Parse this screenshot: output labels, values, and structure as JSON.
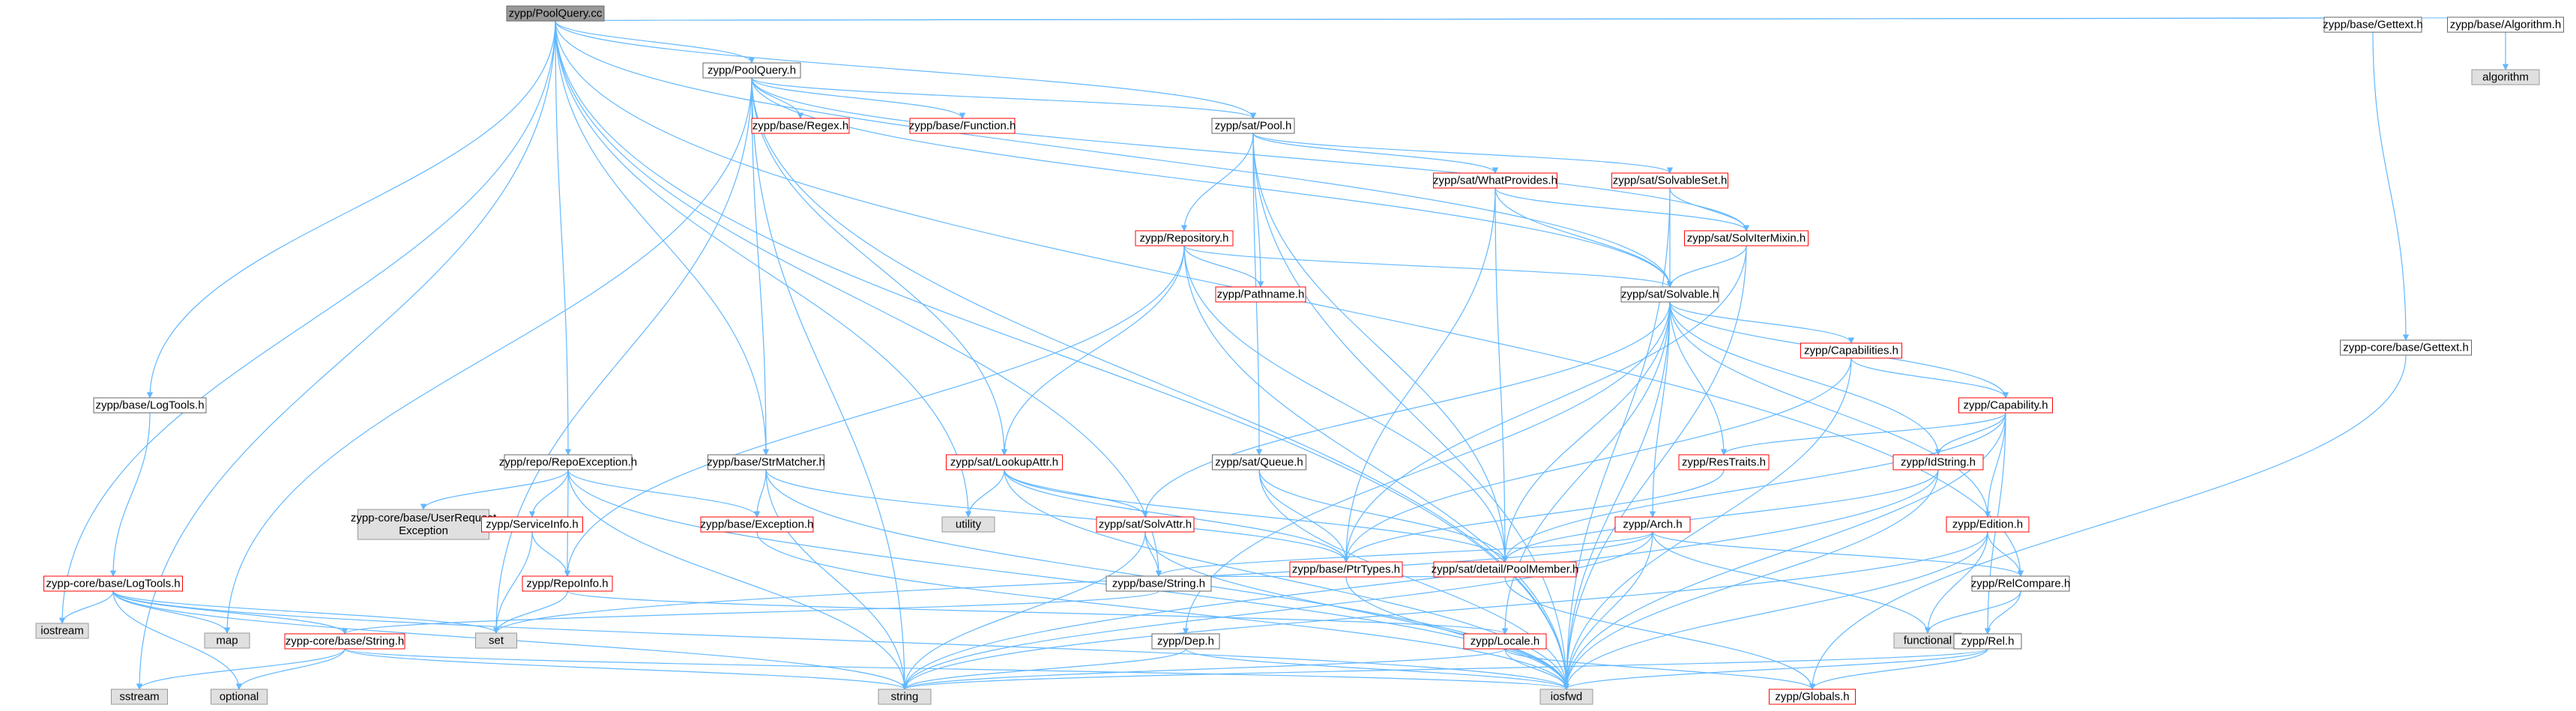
{
  "title": "",
  "colors": {
    "edge": "#63b8ff",
    "root_fill": "#999999",
    "root_stroke": "#666666",
    "node_fill": "#ffffff",
    "node_stroke": "#666666",
    "incomplete_stroke": "#ff0000",
    "sys_fill": "#e0e0e0",
    "sys_stroke": "#999999",
    "text": "#000000"
  },
  "nodes": [
    {
      "id": "root",
      "label": "zypp/PoolQuery.cc",
      "kind": "root"
    },
    {
      "id": "pqh",
      "label": "zypp/PoolQuery.h",
      "kind": "normal"
    },
    {
      "id": "gettext",
      "label": "zypp/base/Gettext.h",
      "kind": "normal"
    },
    {
      "id": "alg",
      "label": "zypp/base/Algorithm.h",
      "kind": "normal"
    },
    {
      "id": "algorithm",
      "label": "algorithm",
      "kind": "system"
    },
    {
      "id": "coregettext",
      "label": "zypp-core/base/Gettext.h",
      "kind": "normal"
    },
    {
      "id": "regex",
      "label": "zypp/base/Regex.h",
      "kind": "red"
    },
    {
      "id": "function",
      "label": "zypp/base/Function.h",
      "kind": "red"
    },
    {
      "id": "pool",
      "label": "zypp/sat/Pool.h",
      "kind": "normal"
    },
    {
      "id": "whatprov",
      "label": "zypp/sat/WhatProvides.h",
      "kind": "red"
    },
    {
      "id": "solvset",
      "label": "zypp/sat/SolvableSet.h",
      "kind": "red"
    },
    {
      "id": "repository",
      "label": "zypp/Repository.h",
      "kind": "red"
    },
    {
      "id": "solviter",
      "label": "zypp/sat/SolvIterMixin.h",
      "kind": "red"
    },
    {
      "id": "pathname",
      "label": "zypp/Pathname.h",
      "kind": "red"
    },
    {
      "id": "solvable",
      "label": "zypp/sat/Solvable.h",
      "kind": "normal"
    },
    {
      "id": "capabilities",
      "label": "zypp/Capabilities.h",
      "kind": "red"
    },
    {
      "id": "capability",
      "label": "zypp/Capability.h",
      "kind": "red"
    },
    {
      "id": "logtools",
      "label": "zypp/base/LogTools.h",
      "kind": "normal"
    },
    {
      "id": "repoexc",
      "label": "zypp/repo/RepoException.h",
      "kind": "normal"
    },
    {
      "id": "strmatcher",
      "label": "zypp/base/StrMatcher.h",
      "kind": "normal"
    },
    {
      "id": "lookupattr",
      "label": "zypp/sat/LookupAttr.h",
      "kind": "red"
    },
    {
      "id": "queue",
      "label": "zypp/sat/Queue.h",
      "kind": "normal"
    },
    {
      "id": "restraits",
      "label": "zypp/ResTraits.h",
      "kind": "red"
    },
    {
      "id": "idstring",
      "label": "zypp/IdString.h",
      "kind": "red"
    },
    {
      "id": "userreq",
      "label": "zypp-core/base/UserRequest\nException",
      "kind": "system"
    },
    {
      "id": "serviceinfo",
      "label": "zypp/ServiceInfo.h",
      "kind": "red"
    },
    {
      "id": "exception",
      "label": "zypp/base/Exception.h",
      "kind": "red"
    },
    {
      "id": "utility",
      "label": "utility",
      "kind": "system"
    },
    {
      "id": "ptrtypes",
      "label": "zypp/base/PtrTypes.h",
      "kind": "red"
    },
    {
      "id": "poolmember",
      "label": "zypp/sat/detail/PoolMember.h",
      "kind": "red"
    },
    {
      "id": "solvattr",
      "label": "zypp/sat/SolvAttr.h",
      "kind": "red"
    },
    {
      "id": "arch",
      "label": "zypp/Arch.h",
      "kind": "red"
    },
    {
      "id": "edition",
      "label": "zypp/Edition.h",
      "kind": "red"
    },
    {
      "id": "corelogtools",
      "label": "zypp-core/base/LogTools.h",
      "kind": "red"
    },
    {
      "id": "repoinfo",
      "label": "zypp/RepoInfo.h",
      "kind": "red"
    },
    {
      "id": "basestring",
      "label": "zypp/base/String.h",
      "kind": "normal"
    },
    {
      "id": "relcompare",
      "label": "zypp/RelCompare.h",
      "kind": "normal"
    },
    {
      "id": "iostream",
      "label": "iostream",
      "kind": "system"
    },
    {
      "id": "map",
      "label": "map",
      "kind": "system"
    },
    {
      "id": "set",
      "label": "set",
      "kind": "system"
    },
    {
      "id": "functional",
      "label": "functional",
      "kind": "system"
    },
    {
      "id": "corestring",
      "label": "zypp-core/base/String.h",
      "kind": "red"
    },
    {
      "id": "dep",
      "label": "zypp/Dep.h",
      "kind": "normal"
    },
    {
      "id": "locale",
      "label": "zypp/Locale.h",
      "kind": "red"
    },
    {
      "id": "rel",
      "label": "zypp/Rel.h",
      "kind": "normal"
    },
    {
      "id": "sstream",
      "label": "sstream",
      "kind": "system"
    },
    {
      "id": "optional",
      "label": "optional",
      "kind": "system"
    },
    {
      "id": "string",
      "label": "string",
      "kind": "system"
    },
    {
      "id": "iosfwd",
      "label": "iosfwd",
      "kind": "system"
    },
    {
      "id": "globals",
      "label": "zypp/Globals.h",
      "kind": "red"
    }
  ],
  "edges": [
    [
      "root",
      "pqh"
    ],
    [
      "root",
      "gettext"
    ],
    [
      "root",
      "alg"
    ],
    [
      "root",
      "pool"
    ],
    [
      "root",
      "solvable"
    ],
    [
      "root",
      "logtools"
    ],
    [
      "root",
      "repoexc"
    ],
    [
      "root",
      "strmatcher"
    ],
    [
      "root",
      "iostream"
    ],
    [
      "root",
      "sstream"
    ],
    [
      "root",
      "basestring"
    ],
    [
      "root",
      "utility"
    ],
    [
      "root",
      "relcompare"
    ],
    [
      "root",
      "iosfwd"
    ],
    [
      "alg",
      "algorithm"
    ],
    [
      "gettext",
      "coregettext"
    ],
    [
      "coregettext",
      "globals"
    ],
    [
      "pqh",
      "regex"
    ],
    [
      "pqh",
      "function"
    ],
    [
      "pqh",
      "pool"
    ],
    [
      "pqh",
      "solviter"
    ],
    [
      "pqh",
      "lookupattr"
    ],
    [
      "pqh",
      "strmatcher"
    ],
    [
      "pqh",
      "map"
    ],
    [
      "pqh",
      "set"
    ],
    [
      "pqh",
      "iosfwd"
    ],
    [
      "pqh",
      "string"
    ],
    [
      "pqh",
      "solvable"
    ],
    [
      "pool",
      "whatprov"
    ],
    [
      "pool",
      "solvset"
    ],
    [
      "pool",
      "repository"
    ],
    [
      "pool",
      "pathname"
    ],
    [
      "pool",
      "queue"
    ],
    [
      "pool",
      "poolmember"
    ],
    [
      "pool",
      "iosfwd"
    ],
    [
      "whatprov",
      "solviter"
    ],
    [
      "whatprov",
      "solvable"
    ],
    [
      "whatprov",
      "poolmember"
    ],
    [
      "whatprov",
      "ptrtypes"
    ],
    [
      "solvset",
      "solviter"
    ],
    [
      "solvset",
      "solvable"
    ],
    [
      "solvset",
      "iosfwd"
    ],
    [
      "solviter",
      "solvable"
    ],
    [
      "solviter",
      "ptrtypes"
    ],
    [
      "solviter",
      "iosfwd"
    ],
    [
      "repository",
      "pathname"
    ],
    [
      "repository",
      "solvable"
    ],
    [
      "repository",
      "lookupattr"
    ],
    [
      "repository",
      "repoinfo"
    ],
    [
      "repository",
      "poolmember"
    ],
    [
      "repository",
      "iosfwd"
    ],
    [
      "solvable",
      "capabilities"
    ],
    [
      "solvable",
      "capability"
    ],
    [
      "solvable",
      "restraits"
    ],
    [
      "solvable",
      "idstring"
    ],
    [
      "solvable",
      "poolmember"
    ],
    [
      "solvable",
      "solvattr"
    ],
    [
      "solvable",
      "arch"
    ],
    [
      "solvable",
      "edition"
    ],
    [
      "solvable",
      "dep"
    ],
    [
      "solvable",
      "locale"
    ],
    [
      "solvable",
      "iosfwd"
    ],
    [
      "capabilities",
      "capability"
    ],
    [
      "capabilities",
      "iosfwd"
    ],
    [
      "capabilities",
      "ptrtypes"
    ],
    [
      "capability",
      "idstring"
    ],
    [
      "capability",
      "restraits"
    ],
    [
      "capability",
      "edition"
    ],
    [
      "capability",
      "poolmember"
    ],
    [
      "capability",
      "rel"
    ],
    [
      "capability",
      "iosfwd"
    ],
    [
      "logtools",
      "corelogtools"
    ],
    [
      "corelogtools",
      "iostream"
    ],
    [
      "corelogtools",
      "map"
    ],
    [
      "corelogtools",
      "set"
    ],
    [
      "corelogtools",
      "corestring"
    ],
    [
      "corelogtools",
      "optional"
    ],
    [
      "corelogtools",
      "string"
    ],
    [
      "corelogtools",
      "iosfwd"
    ],
    [
      "repoexc",
      "userreq"
    ],
    [
      "repoexc",
      "serviceinfo"
    ],
    [
      "repoexc",
      "exception"
    ],
    [
      "repoexc",
      "repoinfo"
    ],
    [
      "repoexc",
      "string"
    ],
    [
      "repoexc",
      "iosfwd"
    ],
    [
      "serviceinfo",
      "repoinfo"
    ],
    [
      "serviceinfo",
      "set"
    ],
    [
      "repoinfo",
      "set"
    ],
    [
      "repoinfo",
      "locale"
    ],
    [
      "strmatcher",
      "exception"
    ],
    [
      "strmatcher",
      "ptrtypes"
    ],
    [
      "strmatcher",
      "string"
    ],
    [
      "strmatcher",
      "iosfwd"
    ],
    [
      "lookupattr",
      "utility"
    ],
    [
      "lookupattr",
      "ptrtypes"
    ],
    [
      "lookupattr",
      "poolmember"
    ],
    [
      "lookupattr",
      "solvattr"
    ],
    [
      "lookupattr",
      "iosfwd"
    ],
    [
      "queue",
      "ptrtypes"
    ],
    [
      "queue",
      "poolmember"
    ],
    [
      "queue",
      "iosfwd"
    ],
    [
      "restraits",
      "ptrtypes"
    ],
    [
      "idstring",
      "poolmember"
    ],
    [
      "idstring",
      "string"
    ],
    [
      "idstring",
      "iosfwd"
    ],
    [
      "poolmember",
      "basestring"
    ],
    [
      "poolmember",
      "globals"
    ],
    [
      "solvattr",
      "basestring"
    ],
    [
      "solvattr",
      "string"
    ],
    [
      "solvattr",
      "iosfwd"
    ],
    [
      "arch",
      "basestring"
    ],
    [
      "arch",
      "relcompare"
    ],
    [
      "arch",
      "set"
    ],
    [
      "arch",
      "string"
    ],
    [
      "arch",
      "functional"
    ],
    [
      "arch",
      "iosfwd"
    ],
    [
      "edition",
      "relcompare"
    ],
    [
      "edition",
      "functional"
    ],
    [
      "edition",
      "iosfwd"
    ],
    [
      "edition",
      "string"
    ],
    [
      "basestring",
      "corestring"
    ],
    [
      "relcompare",
      "functional"
    ],
    [
      "relcompare",
      "rel"
    ],
    [
      "rel",
      "iosfwd"
    ],
    [
      "rel",
      "string"
    ],
    [
      "rel",
      "globals"
    ],
    [
      "dep",
      "iosfwd"
    ],
    [
      "dep",
      "string"
    ],
    [
      "locale",
      "iosfwd"
    ],
    [
      "locale",
      "string"
    ],
    [
      "locale",
      "globals"
    ],
    [
      "corestring",
      "optional"
    ],
    [
      "corestring",
      "sstream"
    ],
    [
      "corestring",
      "string"
    ],
    [
      "corestring",
      "iosfwd"
    ],
    [
      "exception",
      "iosfwd"
    ],
    [
      "ptrtypes",
      "iosfwd"
    ]
  ]
}
